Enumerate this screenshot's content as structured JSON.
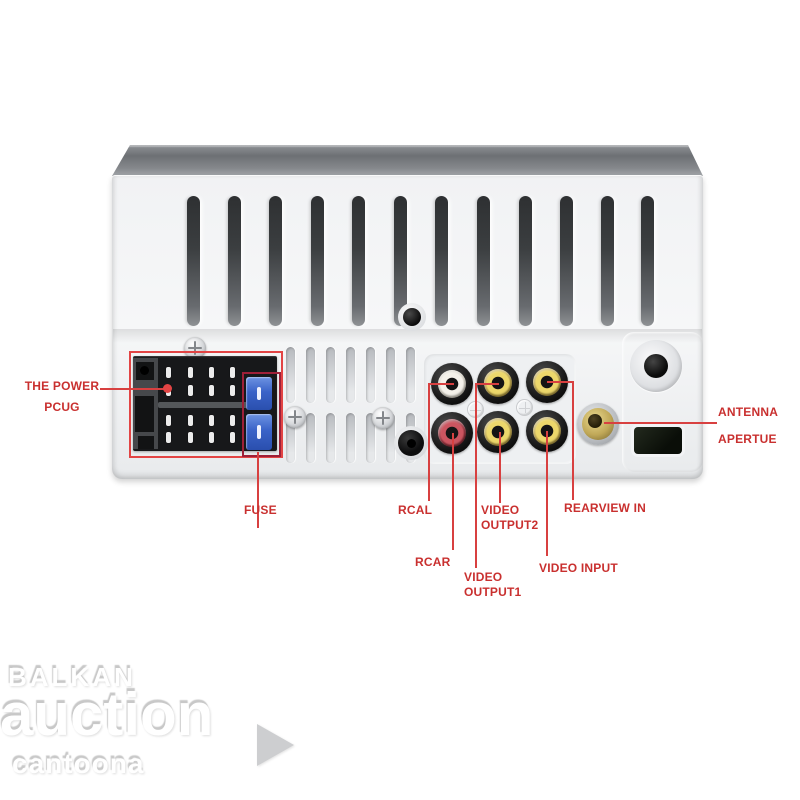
{
  "annotations": {
    "power_l1": "THE POWER",
    "power_l2": "PCUG",
    "fuse": "FUSE",
    "rcal": "RCAL",
    "rcar": "RCAR",
    "video_output1_l1": "VIDEO",
    "video_output1_l2": "OUTPUT1",
    "video_output2_l1": "VIDEO",
    "video_output2_l2": "OUTPUT2",
    "rearview_in": "REARVIEW IN",
    "video_input": "VIDEO INPUT",
    "antenna_l1": "ANTENNA",
    "antenna_l2": "APERTUE"
  },
  "watermark": {
    "brand_top": "BALKAN",
    "brand_main": "auction",
    "brand_sub": "cantoona"
  },
  "colors": {
    "annotation_red": "#c9302f",
    "leader_line_red": "#d84040",
    "highlight_box_red": "#e24444",
    "fuse_box_dark_red": "#9e2038",
    "fuse_blue": "#3a63c8",
    "rca_white": "#f4f1ea",
    "rca_yellow": "#ecd76b",
    "rca_red": "#cb5560",
    "antenna_gold": "#c0a858",
    "device_silver": "#f1f2f4",
    "top_face_gray": "#6d7074"
  }
}
